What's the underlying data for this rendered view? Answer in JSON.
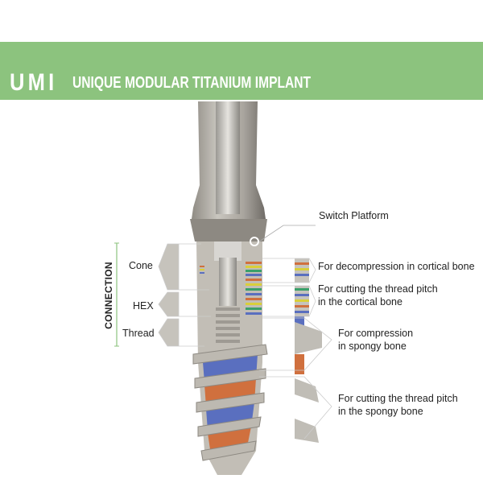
{
  "header": {
    "logo": "UMI",
    "title": "UNIQUE MODULAR TITANIUM IMPLANT"
  },
  "left": {
    "group_label": "CONNECTION",
    "items": [
      "Cone",
      "HEX",
      "Thread"
    ]
  },
  "right": {
    "switch_platform": "Switch Platform",
    "callouts": [
      {
        "line1": "For decompression in cortical bone"
      },
      {
        "line1": "For cutting the thread pitch",
        "line2": "in the cortical bone"
      },
      {
        "line1": "For compression",
        "line2": "in spongy bone"
      },
      {
        "line1": "For cutting the thread pitch",
        "line2": "in the spongy bone"
      }
    ]
  },
  "colors": {
    "banner": "#8cc37e",
    "metal": "#b5b2ab",
    "blue": "#5a6fbf",
    "orange": "#d0703e"
  }
}
